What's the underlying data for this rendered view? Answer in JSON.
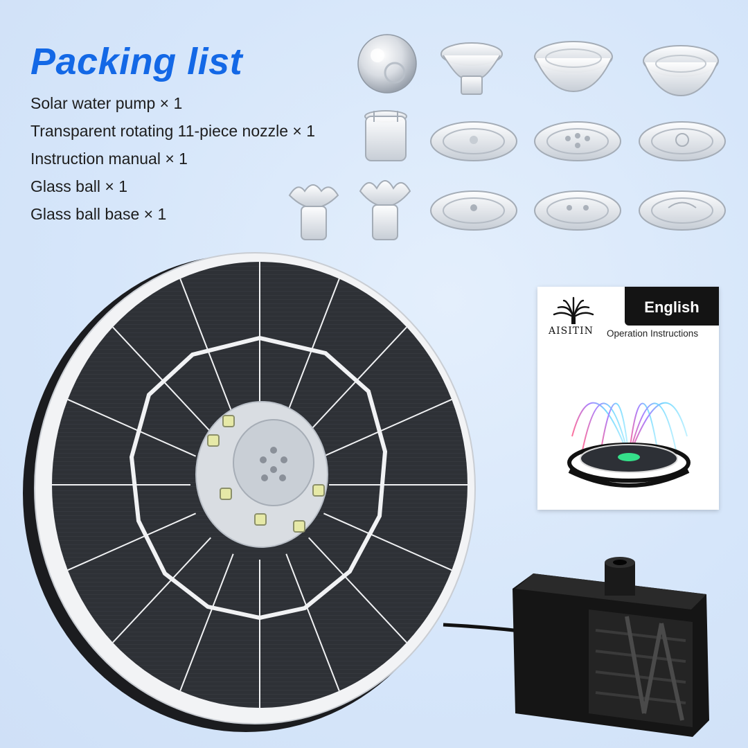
{
  "heading": "Packing list",
  "items": [
    "Solar water pump × 1",
    "Transparent rotating 11-piece nozzle × 1",
    "Instruction manual × 1",
    "Glass ball × 1",
    "Glass ball base × 1"
  ],
  "manual": {
    "language": "English",
    "brand": "AISITIN",
    "subtitle": "Operation Instructions"
  },
  "colors": {
    "heading": "#1368e6",
    "background": "#d6e6fa",
    "panel": "#2b2e33",
    "panel_frame": "#f2f3f5",
    "pump": "#151515"
  }
}
